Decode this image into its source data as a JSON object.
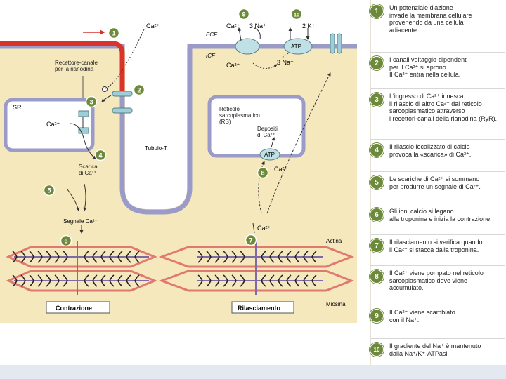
{
  "diagram": {
    "labels": {
      "ca_top": "Ca²⁺",
      "ecf": "ECF",
      "icf": "ICF",
      "ca_pump": "Ca²⁺",
      "na3_out": "3 Na⁺",
      "k2": "2 K⁺",
      "atp_pump": "ATP",
      "ca_in": "Ca²⁺",
      "na3_in": "3 Na⁺",
      "ryr": "Recettore-canale\nper la rianodina",
      "sr": "SR",
      "ca_sr": "Ca²⁺",
      "rs_title": "Reticolo\nsarcoplasmatico\n(RS)",
      "depositi": "Depositi\ndi Ca²⁺",
      "atp_rs": "ATP",
      "ca_8": "Ca²⁺",
      "tubulo": "Tubulo-T",
      "scarica": "Scarica\ndi Ca²⁺",
      "segnale": "Segnale Ca²⁺",
      "ca_7": "Ca²⁺",
      "actina": "Actina",
      "miosina": "Miosina",
      "contrazione": "Contrazione",
      "rilasciamento": "Rilasciamento"
    },
    "markers": [
      "1",
      "2",
      "3",
      "4",
      "5",
      "6",
      "7",
      "8",
      "9",
      "10"
    ]
  },
  "steps": [
    {
      "num": "1",
      "text": "Un potenziale d'azione\ninvade la membrana cellulare\nprovenendo da una cellula\nadiacente."
    },
    {
      "num": "2",
      "text": "I canali voltaggio-dipendenti\nper il Ca²⁺ si aprono.\nIl Ca²⁺ entra nella cellula."
    },
    {
      "num": "3",
      "text": "L'ingresso di Ca²⁺ innesca\nil rilascio di altro Ca²⁺ dal reticolo\nsarcoplasmatico attraverso\ni recettori-canali della rianodina (RyR)."
    },
    {
      "num": "4",
      "text": "Il rilascio localizzato di calcio\nprovoca la «scarica» di Ca²⁺."
    },
    {
      "num": "5",
      "text": "Le scariche di Ca²⁺ si sommano\nper produrre un segnale di Ca²⁺."
    },
    {
      "num": "6",
      "text": "Gli ioni calcio si legano\nalla troponina e inizia la contrazione."
    },
    {
      "num": "7",
      "text": "Il rilasciamento si verifica quando\nil Ca²⁺ si stacca dalla troponina."
    },
    {
      "num": "8",
      "text": "Il Ca²⁺ viene pompato nel reticolo\nsarcoplasmatico dove viene\naccumulato."
    },
    {
      "num": "9",
      "text": "Il Ca²⁺ viene scambiato\ncon il Na⁺."
    },
    {
      "num": "10",
      "text": "Il gradiente del Na⁺ è mantenuto\ndalla Na⁺/K⁺-ATPasi."
    }
  ],
  "colors": {
    "cytoplasm": "#f6e8bd",
    "membrane": "#9a9bc9",
    "action_potential": "#d8342c",
    "marker_green": "#6d8a3a",
    "pump_teal": "#bfe0e4",
    "sarcomere_red": "#e07a70"
  }
}
